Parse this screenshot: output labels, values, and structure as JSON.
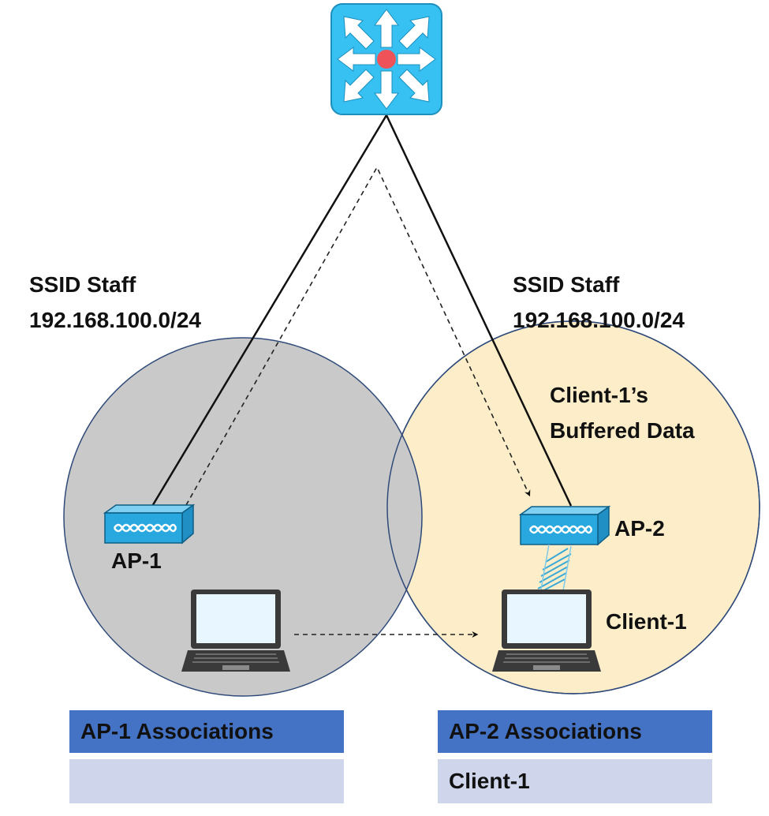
{
  "left_cell": {
    "ssid": "SSID Staff",
    "subnet": "192.168.100.0/24"
  },
  "right_cell": {
    "ssid": "SSID Staff",
    "subnet": "192.168.100.0/24"
  },
  "ap1": {
    "label": "AP-1"
  },
  "ap2": {
    "label": "AP-2"
  },
  "client": {
    "label": "Client-1"
  },
  "buffer_note": {
    "line1": "Client-1’s",
    "line2": "Buffered Data"
  },
  "tables": {
    "ap1": {
      "header": "AP-1 Associations",
      "row": ""
    },
    "ap2": {
      "header": "AP-2 Associations",
      "row": "Client-1"
    }
  },
  "colors": {
    "left_cell": "#c9c9c9",
    "right_cell": "#fdeec9",
    "cell_border": "#2f4a7a",
    "switch": "#37c1f2",
    "switch_dot": "#f0525a",
    "ap_body": "#29a8e0",
    "laptop_screen": "#e8f7ff",
    "laptop_body": "#3a3a3a",
    "table_header": "#4472c4",
    "table_row": "#cfd5ea"
  },
  "icons": [
    "switch-icon",
    "access-point-icon",
    "laptop-icon",
    "wireless-signal-icon"
  ]
}
